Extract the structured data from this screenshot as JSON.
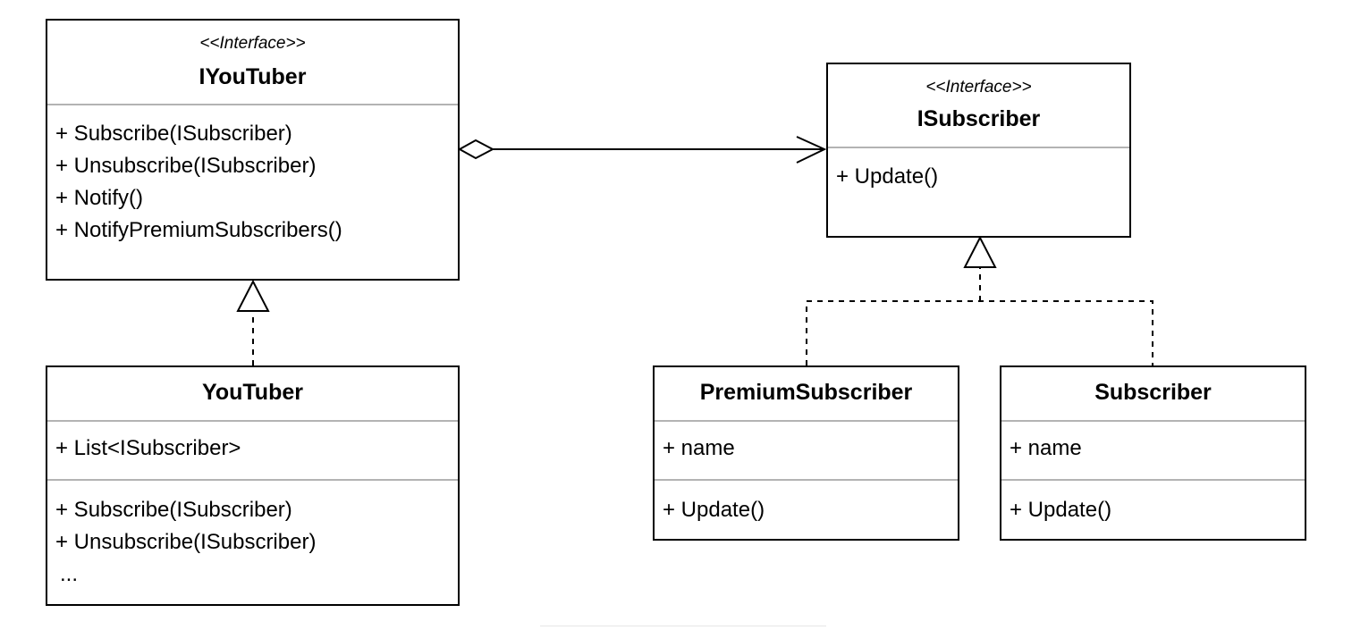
{
  "diagram": {
    "iyoutuber": {
      "stereotype": "<<Interface>>",
      "name": "IYouTuber",
      "methods": [
        "+ Subscribe(ISubscriber)",
        "+ Unsubscribe(ISubscriber)",
        "+ Notify()",
        "+ NotifyPremiumSubscribers()"
      ]
    },
    "isubscriber": {
      "stereotype": "<<Interface>>",
      "name": "ISubscriber",
      "methods": [
        "+ Update()"
      ]
    },
    "youtuber": {
      "name": "YouTuber",
      "attributes": [
        "+ List<ISubscriber>"
      ],
      "methods": [
        "+ Subscribe(ISubscriber)",
        "+ Unsubscribe(ISubscriber)",
        "..."
      ]
    },
    "premium_subscriber": {
      "name": "PremiumSubscriber",
      "attributes": [
        "+ name"
      ],
      "methods": [
        "+ Update()"
      ]
    },
    "subscriber": {
      "name": "Subscriber",
      "attributes": [
        "+ name"
      ],
      "methods": [
        "+ Update()"
      ]
    }
  }
}
